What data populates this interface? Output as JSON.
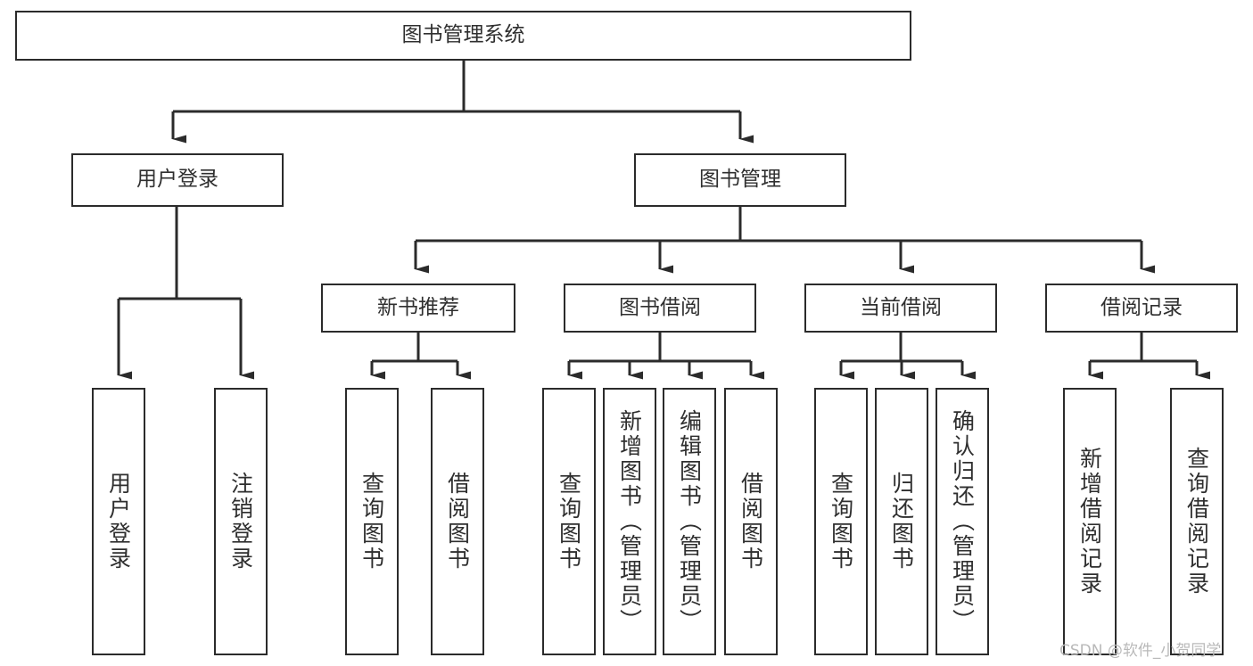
{
  "diagram": {
    "type": "tree-hierarchy",
    "title": "图书管理系统",
    "watermark": "CSDN @软件_小贺同学",
    "colors": {
      "stroke": "#2b2b2b",
      "fill": "#ffffff",
      "text": "#2f2f2f",
      "watermark": "#b9b9b9"
    },
    "nodes": {
      "root": {
        "label": "图书管理系统"
      },
      "level2": [
        {
          "label": "用户登录"
        },
        {
          "label": "图书管理"
        }
      ],
      "level3": [
        {
          "label": "新书推荐"
        },
        {
          "label": "图书借阅"
        },
        {
          "label": "当前借阅"
        },
        {
          "label": "借阅记录"
        }
      ],
      "leaves_user_login": [
        {
          "label": "用户登录"
        },
        {
          "label": "注销登录"
        }
      ],
      "leaves_new_books": [
        {
          "label": "查询图书"
        },
        {
          "label": "借阅图书"
        }
      ],
      "leaves_borrow": [
        {
          "label": "查询图书"
        },
        {
          "label": "新增图书（管理员）"
        },
        {
          "label": "编辑图书（管理员）"
        },
        {
          "label": "借阅图书"
        }
      ],
      "leaves_current": [
        {
          "label": "查询图书"
        },
        {
          "label": "归还图书"
        },
        {
          "label": "确认归还（管理员）"
        }
      ],
      "leaves_records": [
        {
          "label": "新增借阅记录"
        },
        {
          "label": "查询借阅记录"
        }
      ]
    }
  }
}
